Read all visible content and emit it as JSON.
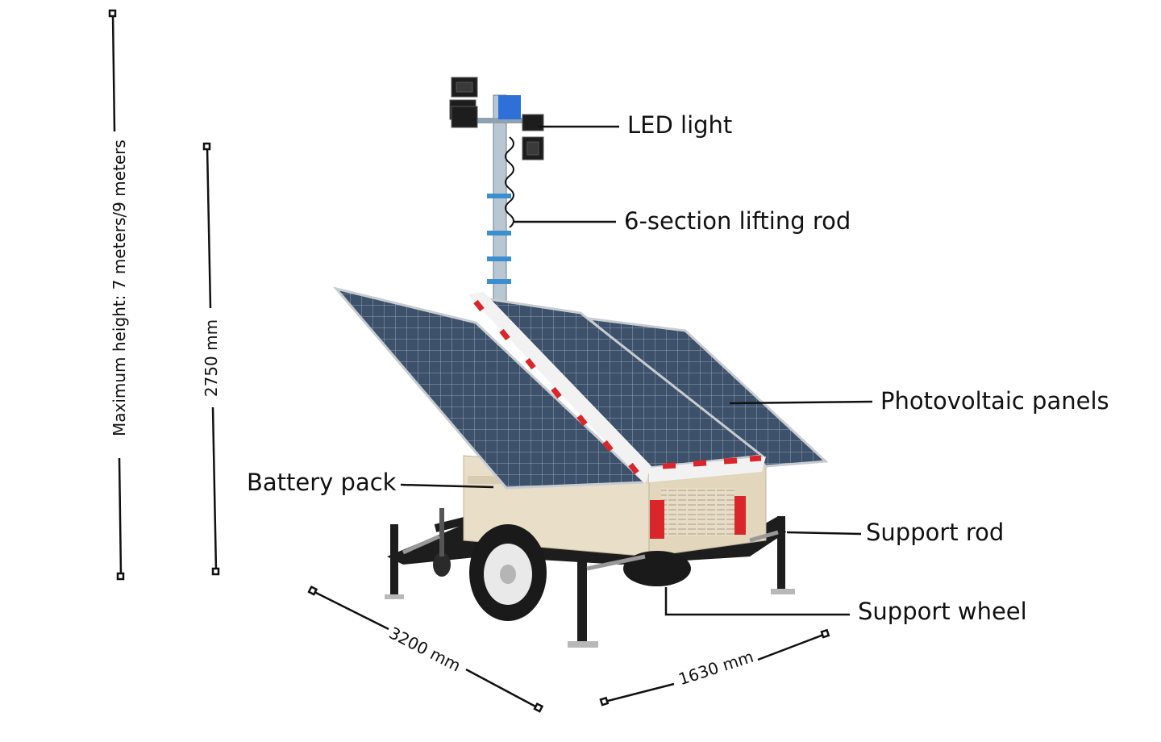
{
  "labels": {
    "led_light": "LED light",
    "lifting_rod": "6-section lifting rod",
    "photovoltaic_panels": "Photovoltaic panels",
    "battery_pack": "Battery pack",
    "support_rod": "Support rod",
    "support_wheel": "Support wheel"
  },
  "dimensions": {
    "max_height": "Maximum height: 7 meters/9 meters",
    "body_height": "2750 mm",
    "length": "3200 mm",
    "width": "1630 mm"
  },
  "colors": {
    "body": "#e8dcc4",
    "panel": "#3b4f66",
    "reflector_red": "#d8262b",
    "mast": "#9fb3c2",
    "line": "#111111"
  }
}
